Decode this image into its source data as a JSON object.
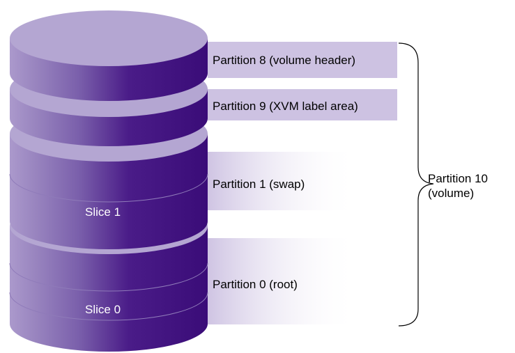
{
  "partitions": {
    "p8": "Partition 8 (volume header)",
    "p9": "Partition 9 (XVM label area)",
    "p1": "Partition 1 (swap)",
    "p0": "Partition 0 (root)"
  },
  "slices": {
    "s1": "Slice 1",
    "s0": "Slice 0"
  },
  "volume": {
    "line1": "Partition 10",
    "line2": "(volume)"
  },
  "colors": {
    "top": "#b3a5d1",
    "dark": "#3d0f7a",
    "light": "#a994c9",
    "band": "#d8cfe8"
  }
}
